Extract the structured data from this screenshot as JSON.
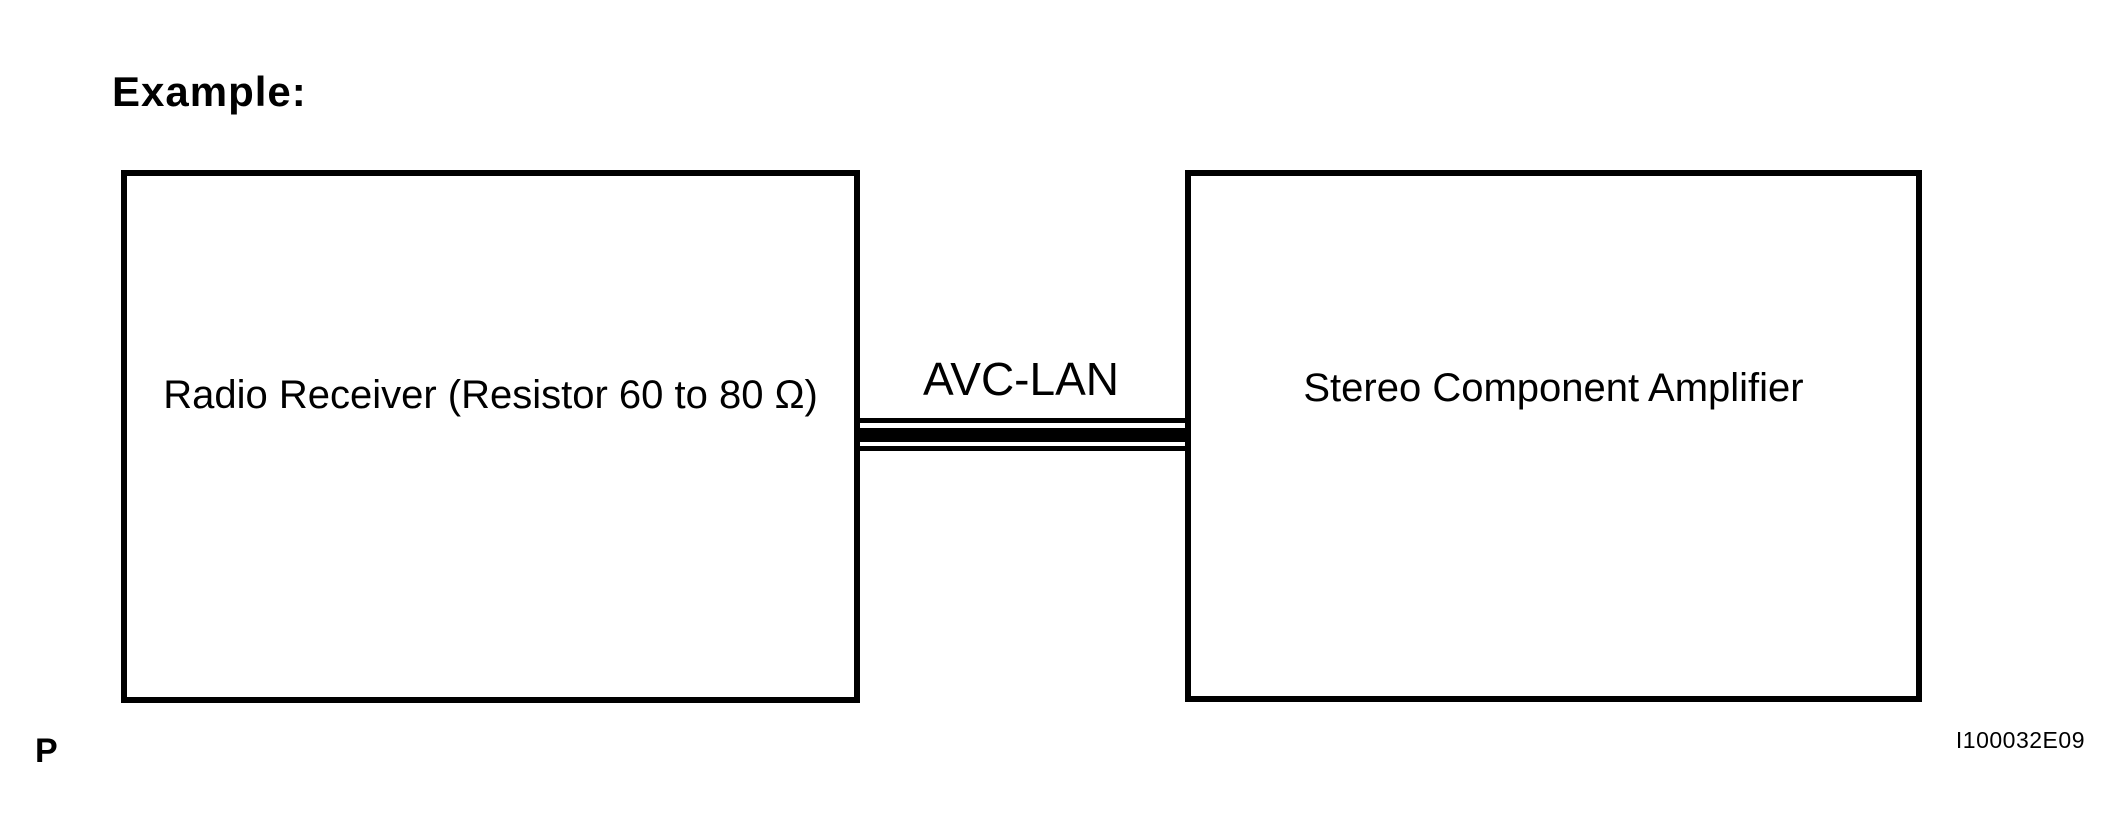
{
  "page": {
    "background_color": "#ffffff",
    "ink_color": "#000000",
    "heading": "Example:",
    "footer": {
      "page_marker": "P",
      "figure_code": "I100032E09"
    }
  },
  "diagram": {
    "type": "block-connection-diagram",
    "nodes": [
      {
        "id": "radio-receiver",
        "label": "Radio Receiver (Resistor 60 to 80 Ω)",
        "position": "left"
      },
      {
        "id": "stereo-component-amplifier",
        "label": "Stereo Component Amplifier",
        "position": "right"
      }
    ],
    "connection": {
      "label": "AVC-LAN",
      "style": "triple-horizontal-line-bus",
      "from": "radio-receiver",
      "to": "stereo-component-amplifier"
    }
  }
}
